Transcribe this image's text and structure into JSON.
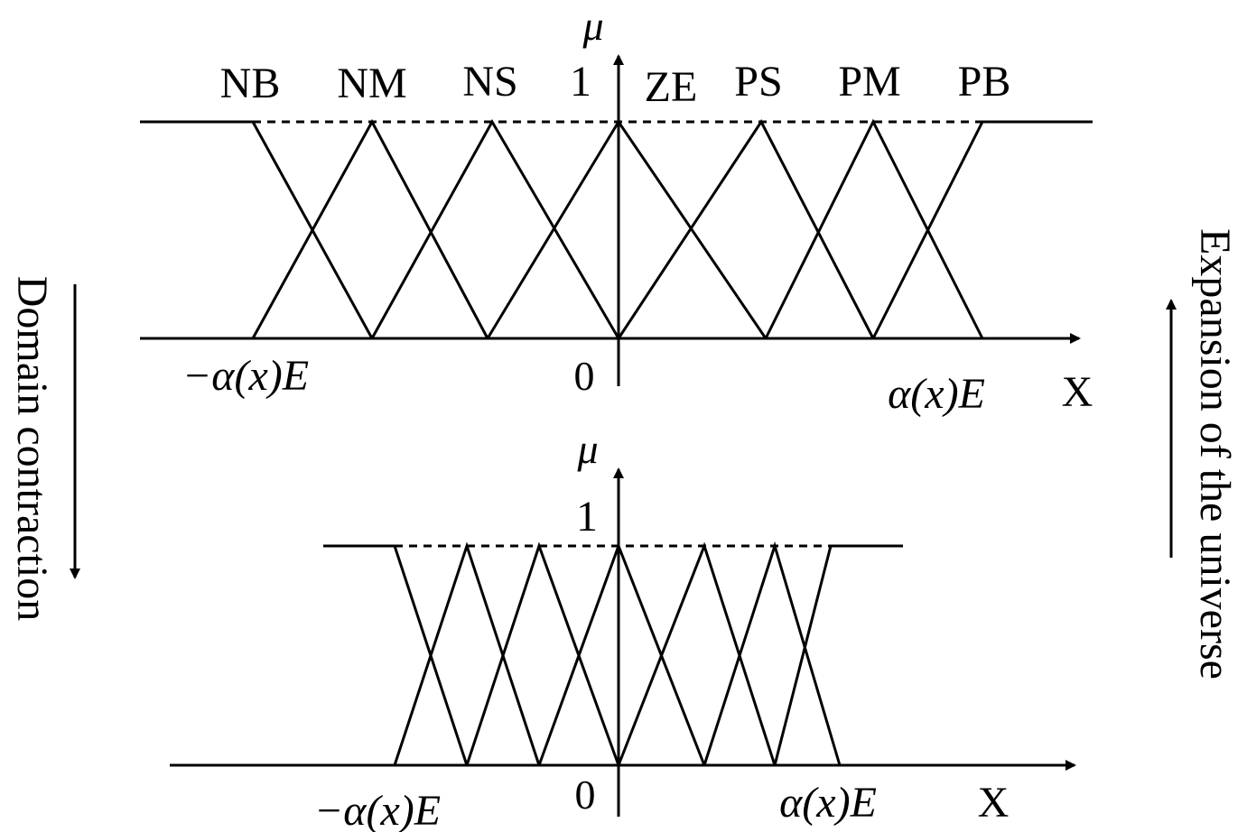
{
  "top_panel": {
    "fuzzy_sets": [
      "NB",
      "NM",
      "NS",
      "ZE",
      "PS",
      "PM",
      "PB"
    ],
    "y_axis_label": "μ",
    "membership_max_label": "1",
    "origin_label": "0",
    "left_bound_label": "−α(x)E",
    "right_bound_label": "α(x)E",
    "x_axis_label": "X"
  },
  "bottom_panel": {
    "y_axis_label": "μ",
    "membership_max_label": "1",
    "origin_label": "0",
    "left_bound_label": "−α(x)E",
    "right_bound_label": "α(x)E",
    "x_axis_label": "X"
  },
  "left_arrow_label": "Domain contraction",
  "right_arrow_label": "Expansion of the universe"
}
